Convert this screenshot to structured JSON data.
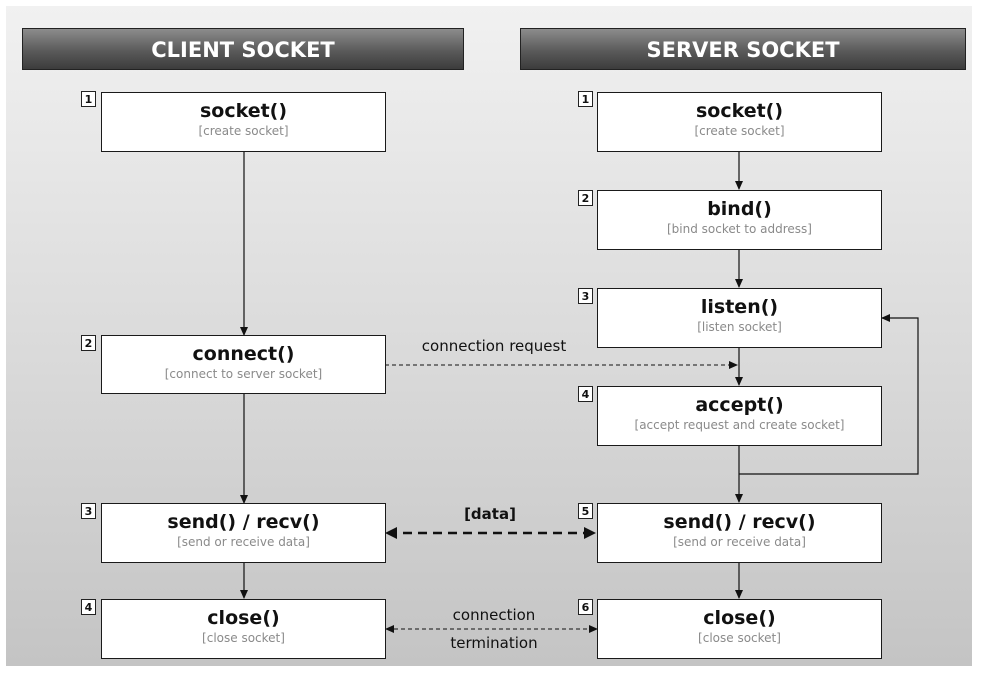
{
  "headers": {
    "client": "CLIENT SOCKET",
    "server": "SERVER SOCKET"
  },
  "client": {
    "steps": [
      {
        "num": "1",
        "fn": "socket()",
        "desc": "[create socket]"
      },
      {
        "num": "2",
        "fn": "connect()",
        "desc": "[connect to server socket]"
      },
      {
        "num": "3",
        "fn": "send() / recv()",
        "desc": "[send or receive data]"
      },
      {
        "num": "4",
        "fn": "close()",
        "desc": "[close socket]"
      }
    ]
  },
  "server": {
    "steps": [
      {
        "num": "1",
        "fn": "socket()",
        "desc": "[create socket]"
      },
      {
        "num": "2",
        "fn": "bind()",
        "desc": "[bind socket to address]"
      },
      {
        "num": "3",
        "fn": "listen()",
        "desc": "[listen socket]"
      },
      {
        "num": "4",
        "fn": "accept()",
        "desc": "[accept request and create socket]"
      },
      {
        "num": "5",
        "fn": "send() / recv()",
        "desc": "[send or receive data]"
      },
      {
        "num": "6",
        "fn": "close()",
        "desc": "[close socket]"
      }
    ]
  },
  "labels": {
    "connection_request": "connection request",
    "data": "[data]",
    "termination_line1": "connection",
    "termination_line2": "termination"
  },
  "colors": {
    "header_top": "#8c8c8c",
    "header_bottom": "#3c3c3c",
    "box_border": "#1a1a1a",
    "description_text": "#8a8a8a"
  }
}
